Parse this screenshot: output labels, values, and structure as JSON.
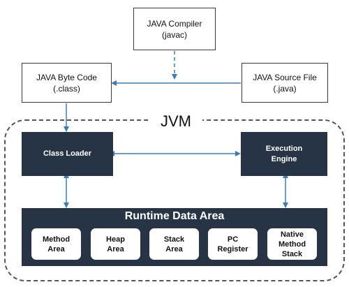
{
  "compiler": {
    "line1": "JAVA Compiler",
    "line2": "(javac)"
  },
  "byte_code": {
    "line1": "JAVA Byte Code",
    "line2": "(.class)"
  },
  "source_file": {
    "line1": "JAVA Source File",
    "line2": "(.java)"
  },
  "jvm": {
    "title": "JVM"
  },
  "class_loader": {
    "label": "Class Loader"
  },
  "execution_engine": {
    "line1": "Execution",
    "line2": "Engine"
  },
  "runtime_data_area": {
    "title": "Runtime Data Area",
    "areas": [
      {
        "line1": "Method",
        "line2": "Area",
        "line3": ""
      },
      {
        "line1": "Heap",
        "line2": "Area",
        "line3": ""
      },
      {
        "line1": "Stack",
        "line2": "Area",
        "line3": ""
      },
      {
        "line1": "PC",
        "line2": "Register",
        "line3": ""
      },
      {
        "line1": "Native",
        "line2": "Method",
        "line3": "Stack"
      }
    ]
  },
  "colors": {
    "dark_box": "#263445",
    "arrow": "#3d7ab8",
    "frame": "#555555"
  }
}
